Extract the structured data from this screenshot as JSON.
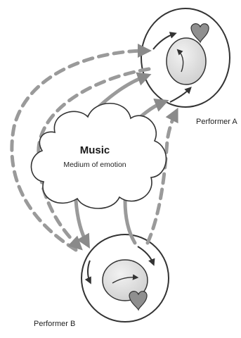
{
  "music_cloud": {
    "title": "Music",
    "subtitle": "Medium of emotion"
  },
  "performer_a": {
    "label": "Performer A"
  },
  "performer_b": {
    "label": "Performer B"
  },
  "colors": {
    "arrow": "#9a9a9a",
    "outline": "#333333",
    "inner_fill": "#e2e2e2",
    "heart": "#8f8f8f"
  },
  "icons": [
    "heart-icon",
    "arc-arrow-icon"
  ]
}
